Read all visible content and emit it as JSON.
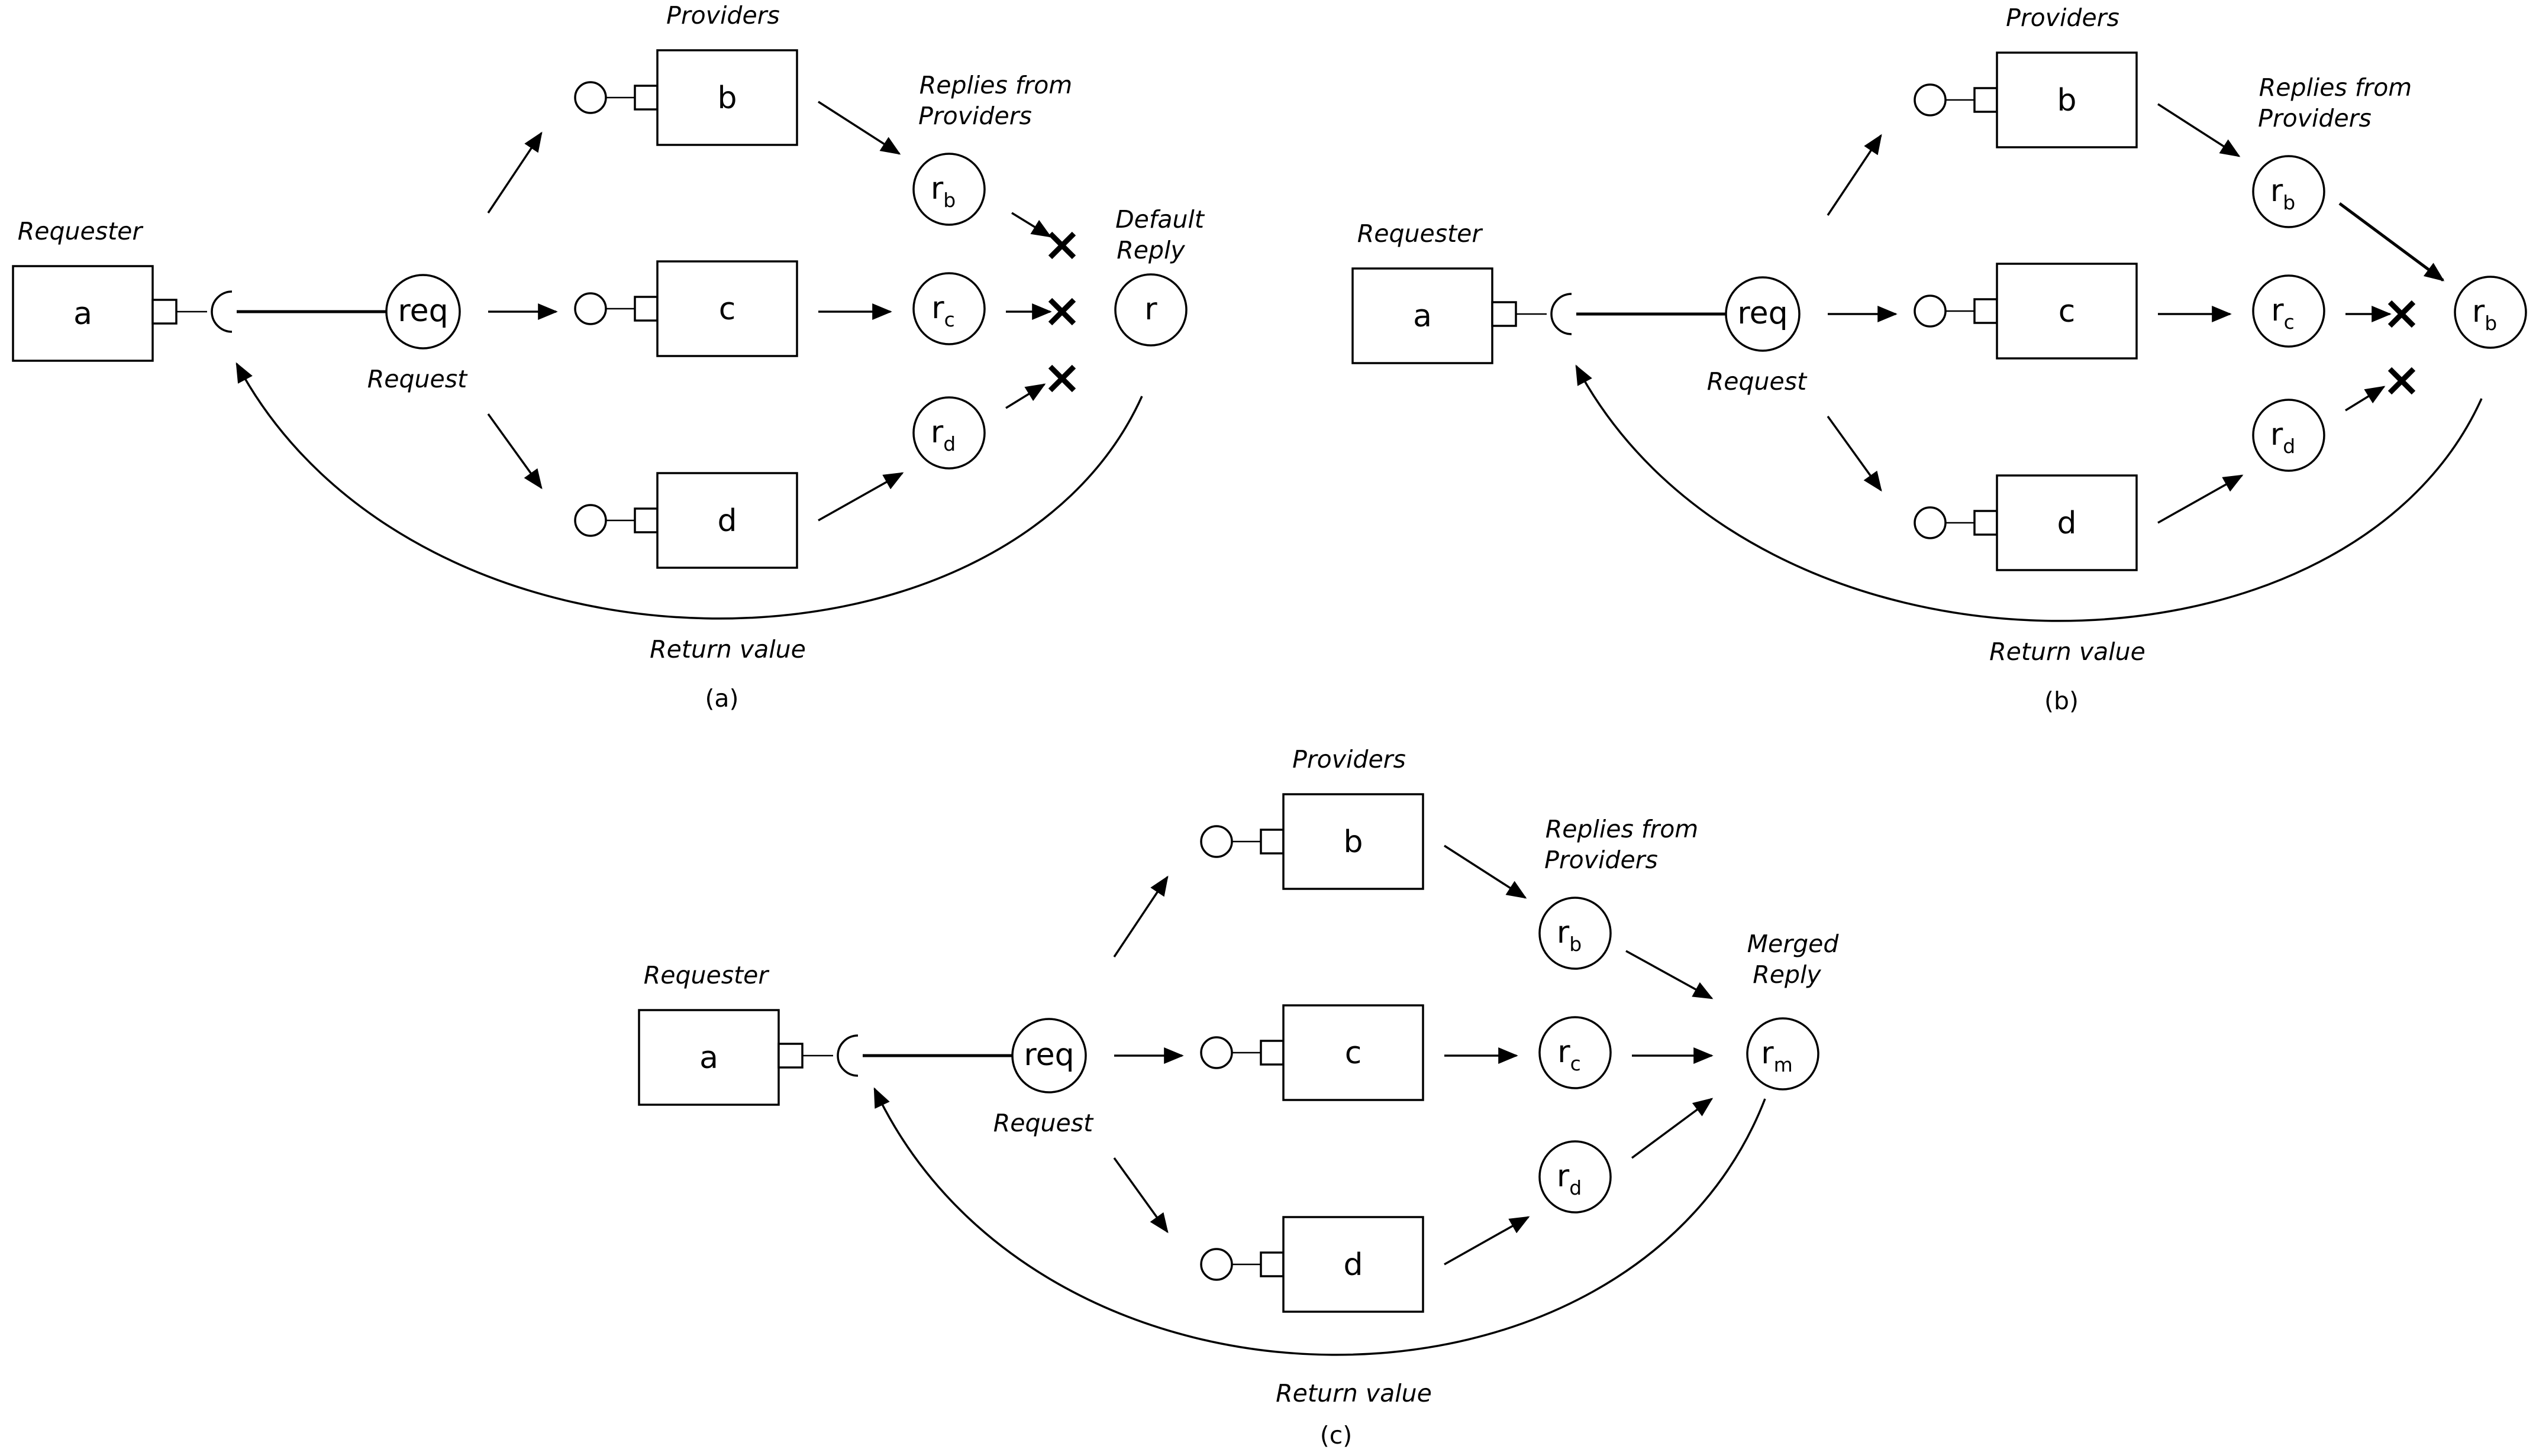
{
  "diagrams": [
    {
      "caption": "(a)",
      "requester_label": "Requester",
      "requester_box": "a",
      "request_node": "req",
      "request_label": "Request",
      "providers_label": "Providers",
      "providers": [
        "b",
        "c",
        "d"
      ],
      "replies_label_1": "Replies from",
      "replies_label_2": "Providers",
      "replies": [
        {
          "base": "r",
          "sub": "b",
          "discarded": true
        },
        {
          "base": "r",
          "sub": "c",
          "discarded": true
        },
        {
          "base": "r",
          "sub": "d",
          "discarded": true
        }
      ],
      "result_label_1": "Default",
      "result_label_2": "Reply",
      "result": {
        "base": "r",
        "sub": ""
      },
      "return_label": "Return value"
    },
    {
      "caption": "(b)",
      "requester_label": "Requester",
      "requester_box": "a",
      "request_node": "req",
      "request_label": "Request",
      "providers_label": "Providers",
      "providers": [
        "b",
        "c",
        "d"
      ],
      "replies_label_1": "Replies from",
      "replies_label_2": "Providers",
      "replies": [
        {
          "base": "r",
          "sub": "b",
          "discarded": false
        },
        {
          "base": "r",
          "sub": "c",
          "discarded": true
        },
        {
          "base": "r",
          "sub": "d",
          "discarded": true
        }
      ],
      "result_label_1": "",
      "result_label_2": "",
      "result": {
        "base": "r",
        "sub": "b"
      },
      "return_label": "Return value"
    },
    {
      "caption": "(c)",
      "requester_label": "Requester",
      "requester_box": "a",
      "request_node": "req",
      "request_label": "Request",
      "providers_label": "Providers",
      "providers": [
        "b",
        "c",
        "d"
      ],
      "replies_label_1": "Replies from",
      "replies_label_2": "Providers",
      "replies": [
        {
          "base": "r",
          "sub": "b",
          "discarded": false
        },
        {
          "base": "r",
          "sub": "c",
          "discarded": false
        },
        {
          "base": "r",
          "sub": "d",
          "discarded": false
        }
      ],
      "result_label_1": "Merged",
      "result_label_2": "Reply",
      "result": {
        "base": "r",
        "sub": "m"
      },
      "return_label": "Return value"
    }
  ]
}
